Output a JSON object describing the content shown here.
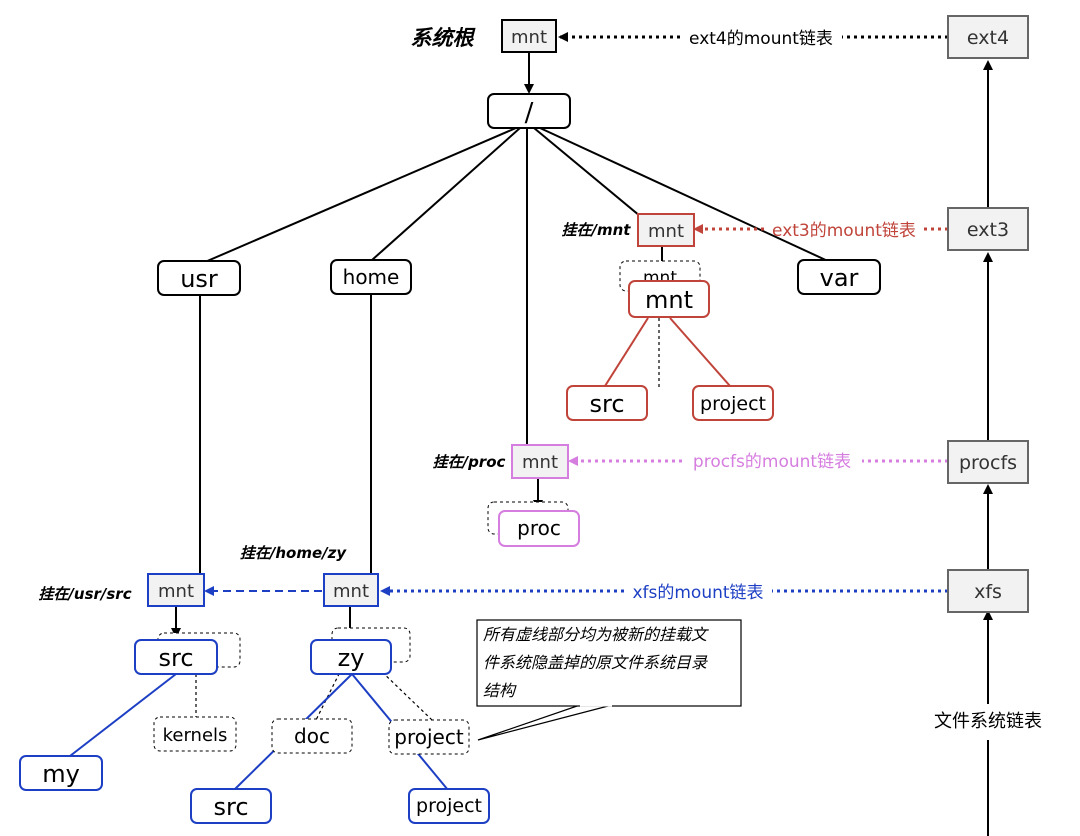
{
  "colors": {
    "black": "#000000",
    "red": "#c0443a",
    "pink": "#d67de0",
    "blue": "#1d3fc4",
    "gray_box": "#f2f2f2",
    "gray_stroke": "#666666"
  },
  "root_label": "系统根",
  "chain_label": "文件系统链表",
  "note_text": [
    "所有虚线部分均为被新的挂载文",
    "件系统隐盖掉的原文件系统目录",
    "结构"
  ],
  "mount_labels": {
    "mnt_red": "挂在/mnt",
    "proc": "挂在/proc",
    "home_zy": "挂在/home/zy",
    "usr_src": "挂在/usr/src"
  },
  "chain_links": {
    "ext4": "ext4的mount链表",
    "ext3": "ext3的mount链表",
    "procfs": "procfs的mount链表",
    "xfs": "xfs的mount链表"
  },
  "fs_chain": [
    "ext4",
    "ext3",
    "procfs",
    "xfs"
  ],
  "nodes": {
    "root_mnt": "mnt",
    "slash": "/",
    "usr": "usr",
    "home": "home",
    "var": "var",
    "mnt_red_mount": "mnt",
    "mnt_hidden": "mnt",
    "mnt_red_root": "mnt",
    "src_red": "src",
    "project_red": "project",
    "proc_mount": "mnt",
    "proc_root": "proc",
    "usr_mount": "mnt",
    "src_blue": "src",
    "kernels": "kernels",
    "my": "my",
    "home_mount": "mnt",
    "zy": "zy",
    "doc": "doc",
    "project_hidden": "project",
    "src_zy": "src",
    "project_zy": "project"
  }
}
